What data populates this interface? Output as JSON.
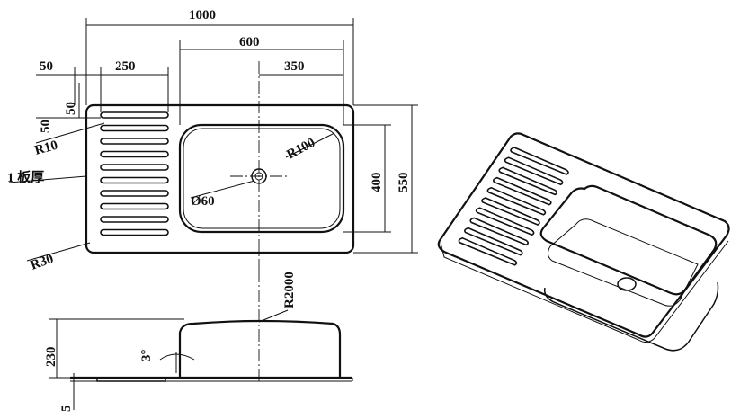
{
  "labels": {
    "overall_width": "1000",
    "bowl_width": "600",
    "drain_offset": "350",
    "left_margin": "50",
    "drainboard_width": "250",
    "top_margin_a": "50",
    "top_margin_b": "50",
    "corner_radius_small": "R10",
    "thickness": "1 板厚",
    "corner_radius_outer": "R30",
    "bowl_radius": "R100",
    "drain_diameter": "Ø60",
    "bowl_depth": "400",
    "overall_depth": "550",
    "top_radius": "R2000",
    "height": "230",
    "angle": "3°",
    "base_thickness": "5"
  },
  "drainboard": {
    "slot_count": 10
  },
  "colors": {
    "line": "#111111",
    "background": "#ffffff"
  }
}
